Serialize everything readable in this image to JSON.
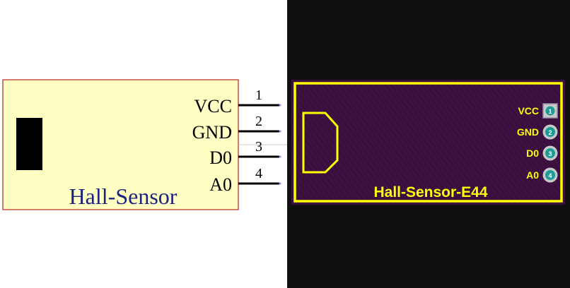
{
  "schematic": {
    "component_name": "Hall-Sensor",
    "pins": [
      {
        "label": "VCC",
        "number": "1"
      },
      {
        "label": "GND",
        "number": "2"
      },
      {
        "label": "D0",
        "number": "3"
      },
      {
        "label": "A0",
        "number": "4"
      }
    ]
  },
  "pcb": {
    "board_name": "Hall-Sensor-E44",
    "pads": [
      {
        "label": "VCC",
        "number": "1"
      },
      {
        "label": "GND",
        "number": "2"
      },
      {
        "label": "D0",
        "number": "3"
      },
      {
        "label": "A0",
        "number": "4"
      }
    ]
  },
  "colors": {
    "schematic_body": "#ffffc4",
    "schematic_border": "#b8241e",
    "schematic_label": "#1a237e",
    "pcb_background": "#0f0f0f",
    "pcb_board": "#3a0f3e",
    "silkscreen": "#ffff00",
    "pad": "#c8c8c8",
    "pad_center": "#1b9c96"
  }
}
